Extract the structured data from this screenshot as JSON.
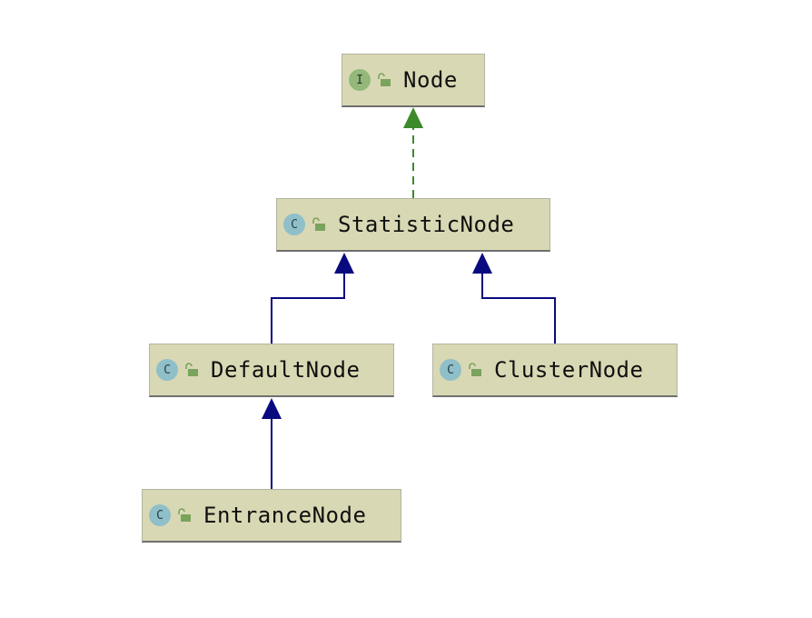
{
  "colors": {
    "node_fill": "#d9d8b4",
    "inherit_edge": "#0a0a80",
    "implements_edge": "#3c8a2a",
    "class_badge": "#8fbfc9",
    "interface_badge": "#93b87a",
    "lock_icon": "#7aa35c"
  },
  "nodes": {
    "node": {
      "name": "Node",
      "kind_letter": "I",
      "kind": "interface",
      "icon": "unlocked-icon"
    },
    "statistic_node": {
      "name": "StatisticNode",
      "kind_letter": "C",
      "kind": "class",
      "icon": "unlocked-icon"
    },
    "default_node": {
      "name": "DefaultNode",
      "kind_letter": "C",
      "kind": "class",
      "icon": "unlocked-icon"
    },
    "cluster_node": {
      "name": "ClusterNode",
      "kind_letter": "C",
      "kind": "class",
      "icon": "unlocked-icon"
    },
    "entrance_node": {
      "name": "EntranceNode",
      "kind_letter": "C",
      "kind": "class",
      "icon": "unlocked-icon"
    }
  },
  "edges": [
    {
      "from": "StatisticNode",
      "to": "Node",
      "type": "implements"
    },
    {
      "from": "DefaultNode",
      "to": "StatisticNode",
      "type": "extends"
    },
    {
      "from": "ClusterNode",
      "to": "StatisticNode",
      "type": "extends"
    },
    {
      "from": "EntranceNode",
      "to": "DefaultNode",
      "type": "extends"
    }
  ]
}
